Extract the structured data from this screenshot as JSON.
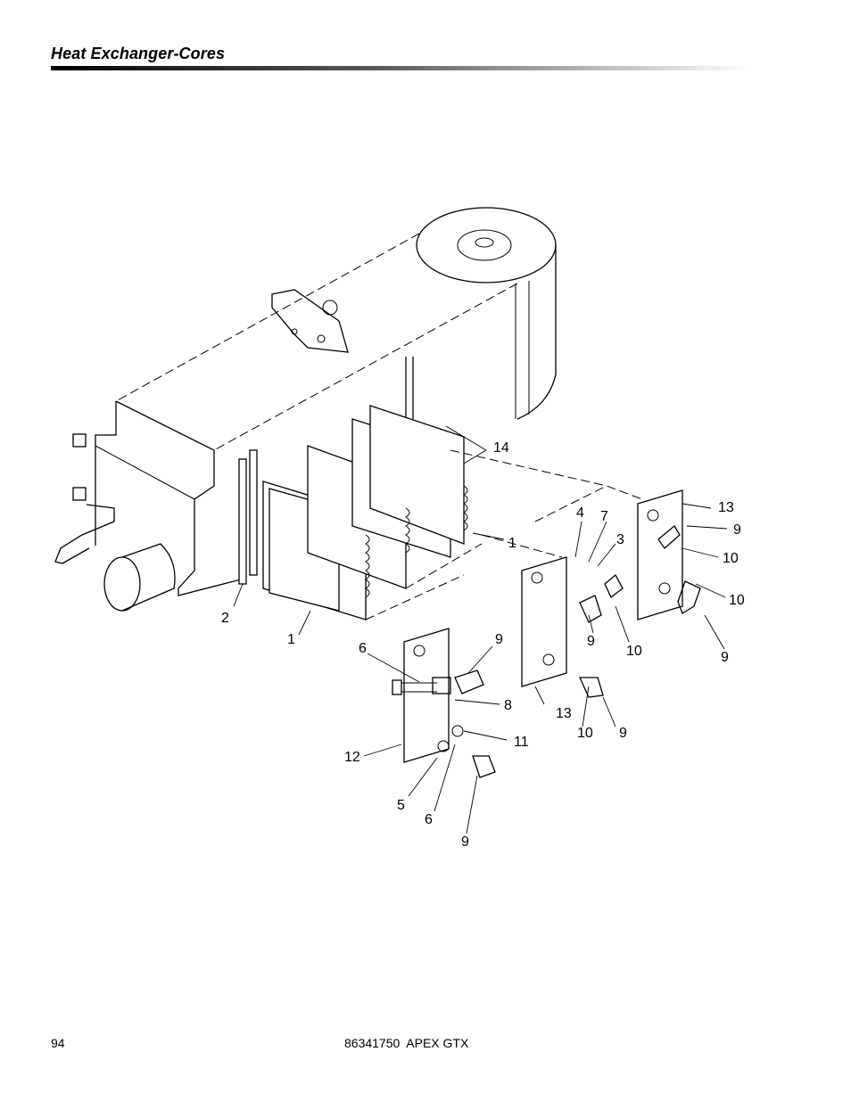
{
  "header": {
    "title": "Heat Exchanger-Cores"
  },
  "diagram": {
    "callouts": [
      {
        "id": "c-14",
        "text": "14"
      },
      {
        "id": "c-13a",
        "text": "13"
      },
      {
        "id": "c-4",
        "text": "4"
      },
      {
        "id": "c-7",
        "text": "7"
      },
      {
        "id": "c-9a",
        "text": "9"
      },
      {
        "id": "c-3",
        "text": "3"
      },
      {
        "id": "c-1a",
        "text": "1"
      },
      {
        "id": "c-10a",
        "text": "10"
      },
      {
        "id": "c-10b",
        "text": "10"
      },
      {
        "id": "c-2",
        "text": "2"
      },
      {
        "id": "c-1b",
        "text": "1"
      },
      {
        "id": "c-9b",
        "text": "9"
      },
      {
        "id": "c-10c",
        "text": "10"
      },
      {
        "id": "c-9c",
        "text": "9"
      },
      {
        "id": "c-6a",
        "text": "6"
      },
      {
        "id": "c-9d",
        "text": "9"
      },
      {
        "id": "c-8",
        "text": "8"
      },
      {
        "id": "c-13b",
        "text": "13"
      },
      {
        "id": "c-11",
        "text": "11"
      },
      {
        "id": "c-10d",
        "text": "10"
      },
      {
        "id": "c-9e",
        "text": "9"
      },
      {
        "id": "c-12",
        "text": "12"
      },
      {
        "id": "c-5",
        "text": "5"
      },
      {
        "id": "c-6b",
        "text": "6"
      },
      {
        "id": "c-9f",
        "text": "9"
      }
    ]
  },
  "footer": {
    "page_number": "94",
    "doc_ref": "86341750  APEX GTX"
  }
}
